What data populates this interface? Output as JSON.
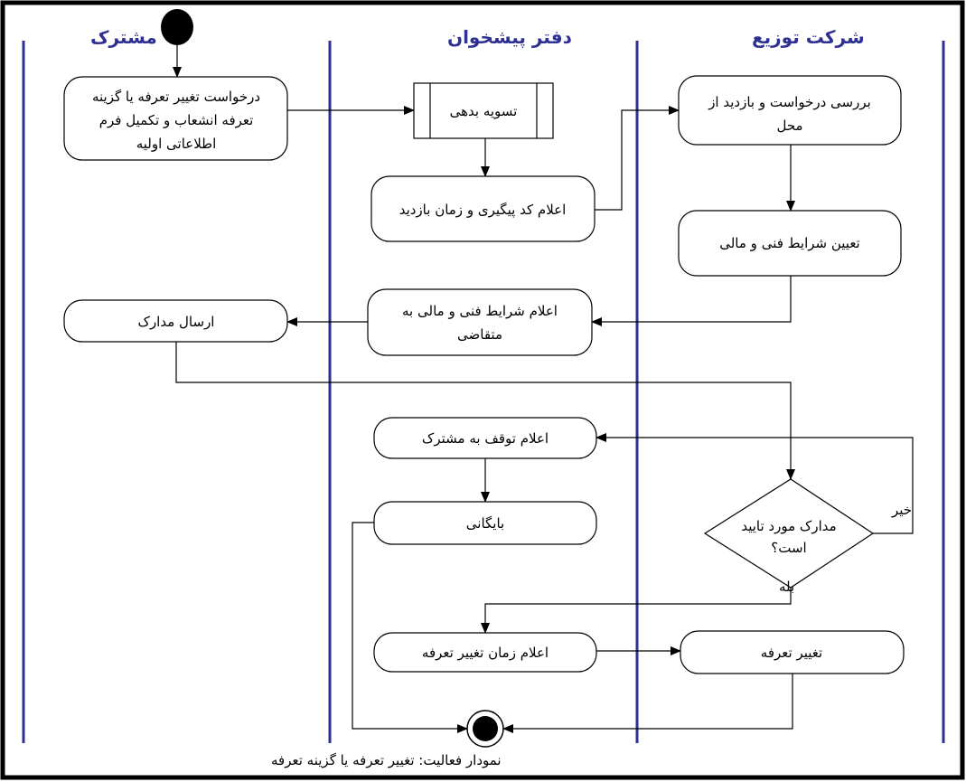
{
  "lanes": {
    "customer": "مشترک",
    "service_office": "دفتر پیشخوان",
    "distribution_company": "شرکت توزیع"
  },
  "activities": {
    "request": [
      "درخواست تغییر تعرفه یا گزینه",
      "تعرفه انشعاب و تکمیل فرم",
      "اطلاعاتی اولیه"
    ],
    "debt_settlement": "تسویه بدهی",
    "tracking_code": "اعلام کد پیگیری و زمان بازدید",
    "review": [
      "بررسی درخواست و بازدید از",
      "محل"
    ],
    "determine_conditions": "تعیین شرایط فنی و مالی",
    "announce_conditions": [
      "اعلام شرایط فنی و مالی به",
      "متقاضی"
    ],
    "send_documents": "ارسال مدارک",
    "announce_stop": "اعلام توقف به مشترک",
    "archive": "بایگانی",
    "announce_change_time": "اعلام زمان تغییر تعرفه",
    "change_tariff": "تغییر تعرفه"
  },
  "decision": {
    "question": [
      "مدارک مورد تایید",
      "است؟"
    ],
    "no_label": "خیر",
    "yes_label": "بله"
  },
  "caption": "نمودار فعالیت: تغییر تعرفه یا گزینه تعرفه",
  "colors": {
    "lane": "#2e3192",
    "border": "#000000"
  }
}
